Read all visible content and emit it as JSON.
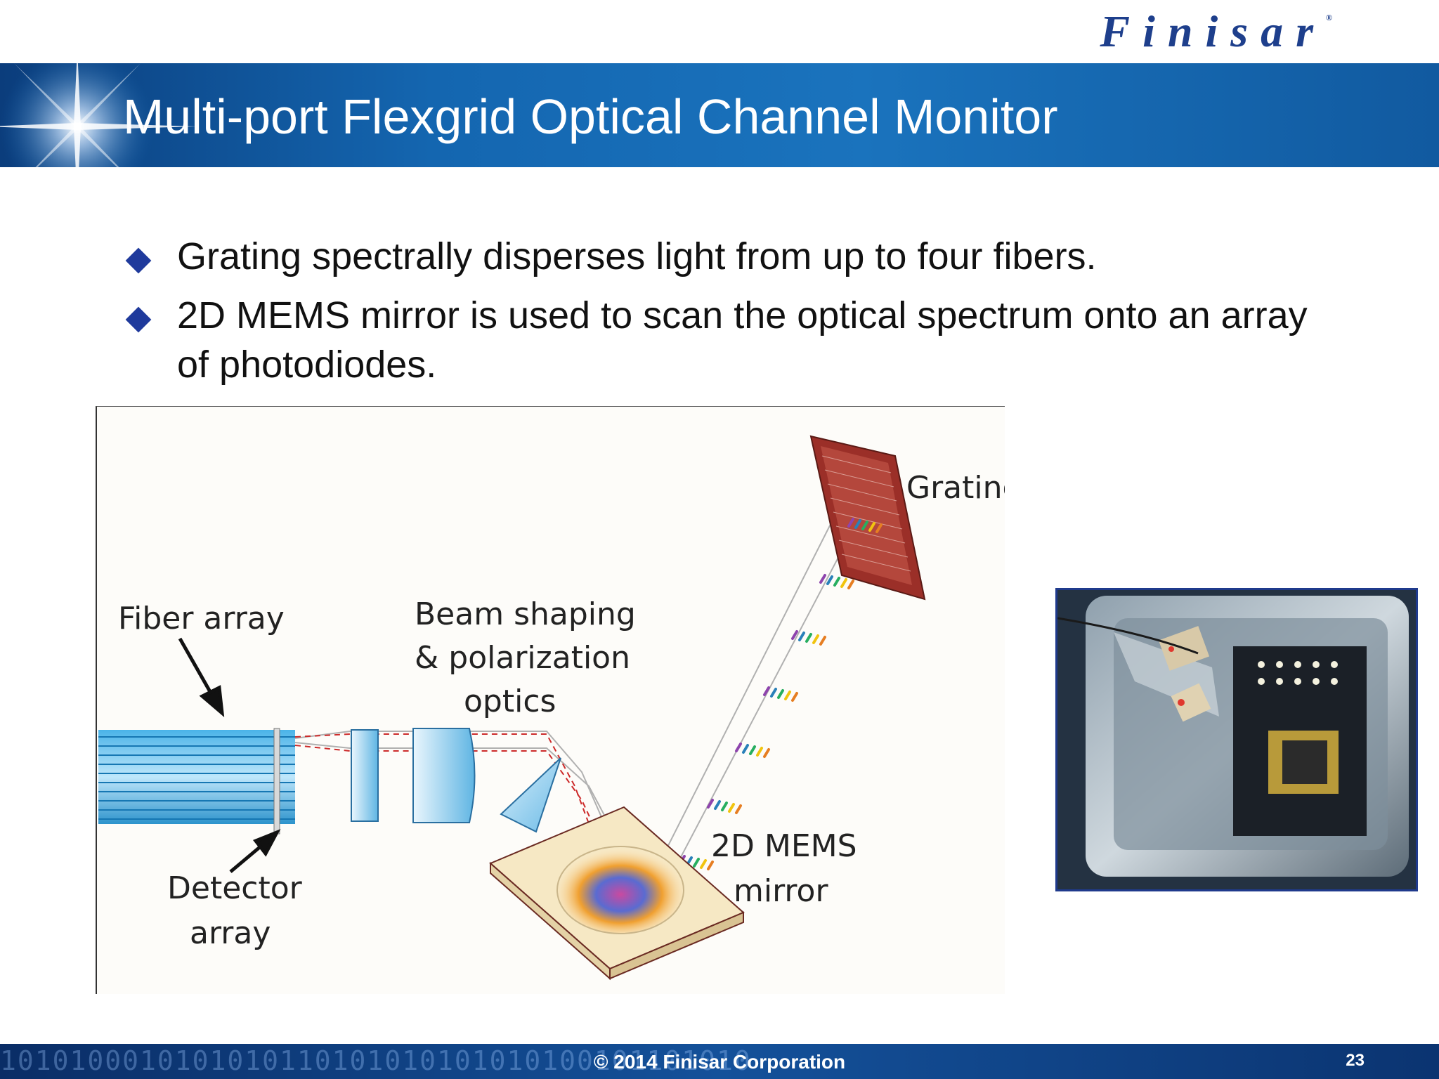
{
  "header": {
    "logo_text": "Finisar",
    "logo_mark": "®",
    "title": "Multi-port Flexgrid Optical Channel Monitor"
  },
  "bullets": [
    "Grating spectrally disperses light from up to four fibers.",
    "2D MEMS mirror is used to scan the optical spectrum onto an array of photodiodes."
  ],
  "diagram": {
    "labels": {
      "fiber_array": "Fiber array",
      "beam_line1": "Beam shaping",
      "beam_line2": "& polarization",
      "beam_line3": "optics",
      "grating": "Grating",
      "detector_line1": "Detector",
      "detector_line2": "array",
      "mems_line1": "2D MEMS",
      "mems_line2": "mirror"
    },
    "spectrum_colors": [
      "#c0392b",
      "#e67e22",
      "#f1c40f",
      "#27ae60",
      "#2980b9",
      "#8e44ad"
    ]
  },
  "footer": {
    "copyright": "© 2014 Finisar Corporation",
    "page_number": "23",
    "binary_decor": "1010100010101010110101010101010100101101010"
  }
}
